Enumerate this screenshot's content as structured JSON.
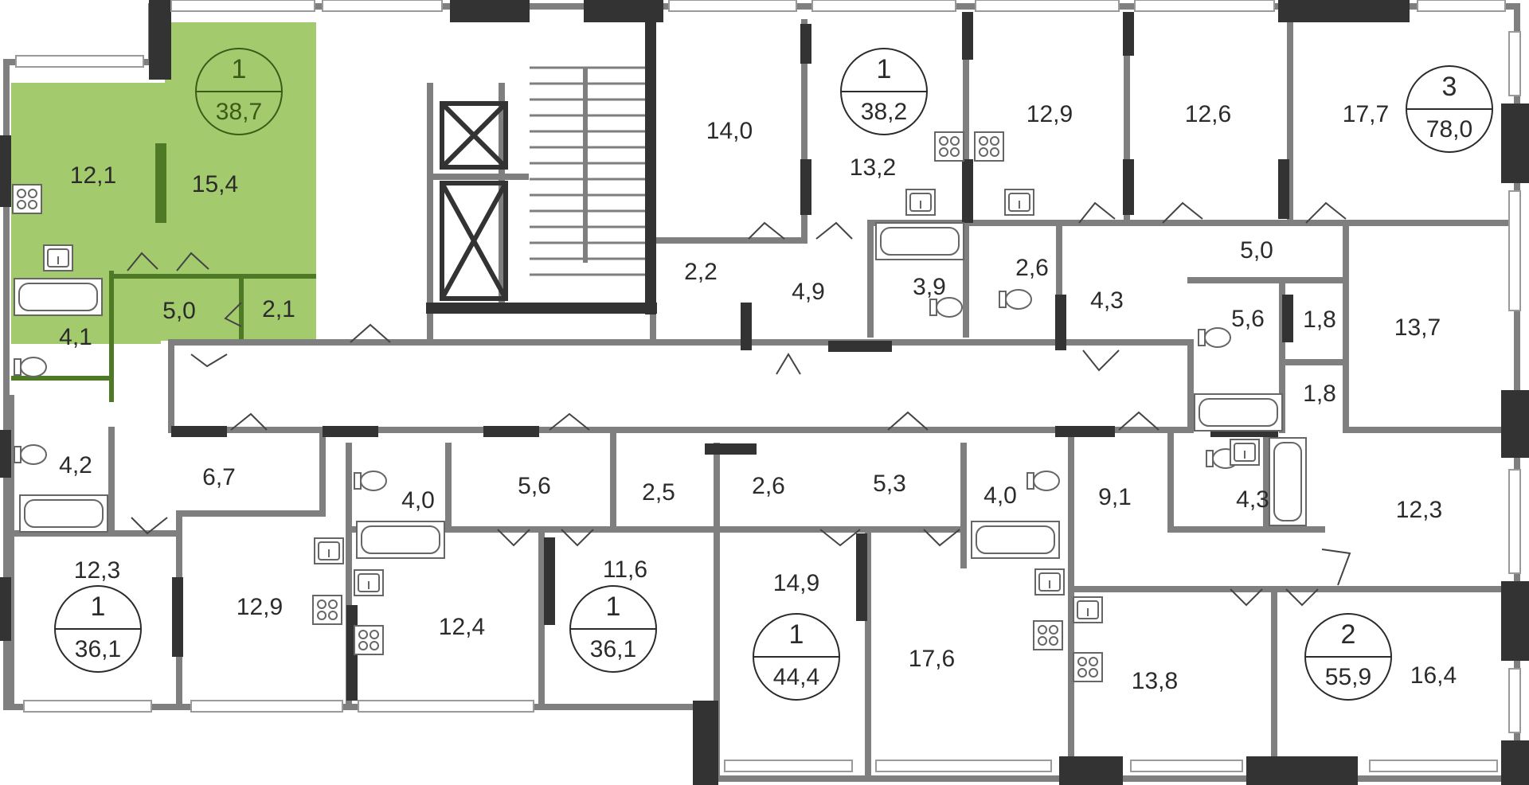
{
  "plan": {
    "colors": {
      "highlight_fill": "#a3cb6e",
      "highlight_wall": "#4f7a25",
      "wall": "#7f7f7f",
      "wall_dark": "#333333"
    },
    "highlighted_apartment": {
      "rooms": "1",
      "total_area": "38,7",
      "room_areas": [
        "12,1",
        "15,4",
        "5,0",
        "4,1",
        "2,1"
      ]
    },
    "apartment_badges": [
      {
        "rooms": "1",
        "total": "38,7"
      },
      {
        "rooms": "1",
        "total": "38,2"
      },
      {
        "rooms": "3",
        "total": "78,0"
      },
      {
        "rooms": "1",
        "total": "36,1"
      },
      {
        "rooms": "1",
        "total": "36,1"
      },
      {
        "rooms": "1",
        "total": "44,4"
      },
      {
        "rooms": "2",
        "total": "55,9"
      }
    ],
    "room_areas": [
      "12,1",
      "15,4",
      "5,0",
      "2,1",
      "4,1",
      "14,0",
      "2,2",
      "4,9",
      "13,2",
      "3,9",
      "12,9",
      "2,6",
      "12,6",
      "4,3",
      "17,7",
      "5,0",
      "5,6",
      "1,8",
      "13,7",
      "1,8",
      "4,2",
      "6,7",
      "12,3",
      "12,9",
      "4,0",
      "5,6",
      "2,5",
      "12,4",
      "11,6",
      "2,6",
      "5,3",
      "14,9",
      "4,0",
      "17,6",
      "9,1",
      "4,3",
      "12,3",
      "13,8",
      "16,4"
    ]
  }
}
